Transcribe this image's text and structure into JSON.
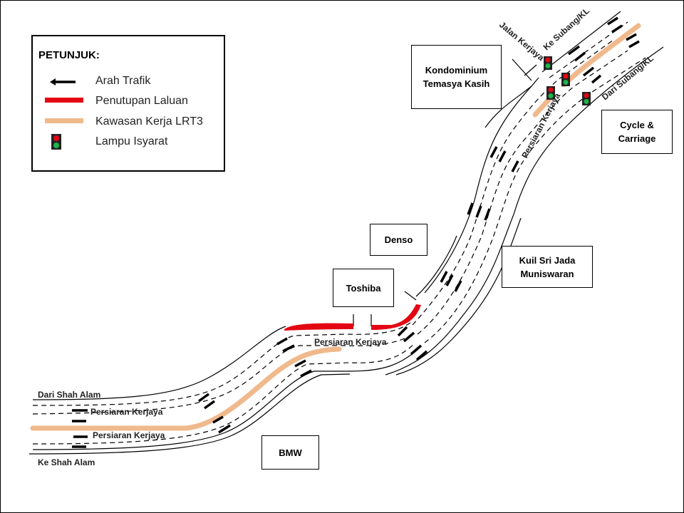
{
  "legend": {
    "title": "PETUNJUK:",
    "items": [
      {
        "label": "Arah Trafik",
        "icon": "arrow-left-icon"
      },
      {
        "label": "Penutupan Laluan",
        "color": "#e30613"
      },
      {
        "label": "Kawasan Kerja LRT3",
        "color": "#f0b98c"
      },
      {
        "label": "Lampu Isyarat",
        "icon": "traffic-light-icon"
      }
    ]
  },
  "colors": {
    "closure": "#e30613",
    "lrt_work": "#f0b98c",
    "light_red": "#e30613",
    "light_green": "#1db34a"
  },
  "buildings": {
    "kondominium": "Kondominium Temasya Kasih",
    "cycle": "Cycle & Carriage",
    "denso": "Denso",
    "kuil": "Kuil Sri Jada Muniswaran",
    "toshiba": "Toshiba",
    "bmw": "BMW"
  },
  "road_labels": {
    "jalan_kerjaya": "Jalan Kerjaya",
    "ke_subang": "Ke Subang/KL",
    "dari_subang": "Dari Subang/KL",
    "persiaran_kerjaya_ne": "Persiaran Kerjaya",
    "persiaran_kerjaya_mid": "Persiaran Kerjaya",
    "persiaran_kerjaya_w1": "Persiaran Kerjaya",
    "persiaran_kerjaya_w2": "Persiaran Kerjaya",
    "dari_shah_alam": "Dari Shah Alam",
    "ke_shah_alam": "Ke Shah Alam"
  }
}
